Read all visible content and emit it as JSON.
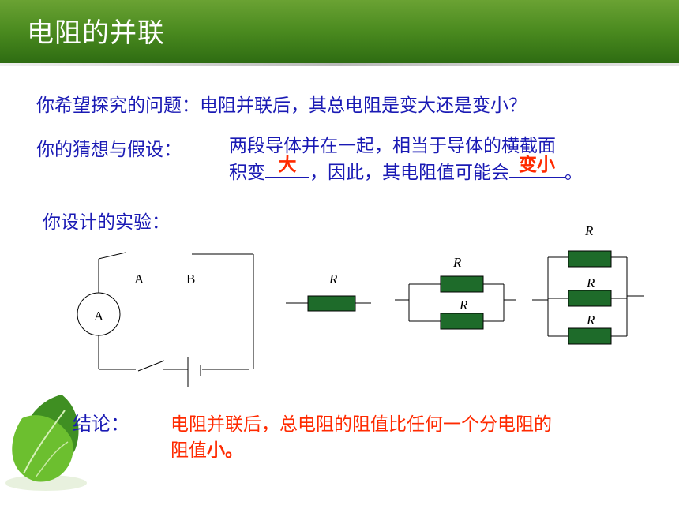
{
  "title": "电阻的并联",
  "question": "你希望探究的问题：电阻并联后，其总电阻是变大还是变小？",
  "hypothesis": {
    "label": "你的猜想与假设：",
    "line1": "两段导体并在一起，相当于导体的横截面",
    "line2_prefix": "积变",
    "blank1": "大",
    "line2_middle": "，因此，其电阻值可能会",
    "blank2": "变小",
    "line2_suffix": "。"
  },
  "design_label": "你设计的实验：",
  "circuit": {
    "ammeter": "A",
    "point_a": "A",
    "point_b": "B"
  },
  "resistor_label": "R",
  "conclusion": {
    "label": "结论：",
    "line1": "电阻并联后，总电阻的阻值比任何一个分电阻的",
    "line2_prefix": "阻值",
    "line2_bold": "小。"
  },
  "colors": {
    "title_bar": "#4a8a1f",
    "text_blue": "#1a1ab4",
    "text_red": "#ff2a00",
    "resistor_fill": "#1e6b2a"
  },
  "icons": [
    "leaf-icon"
  ]
}
